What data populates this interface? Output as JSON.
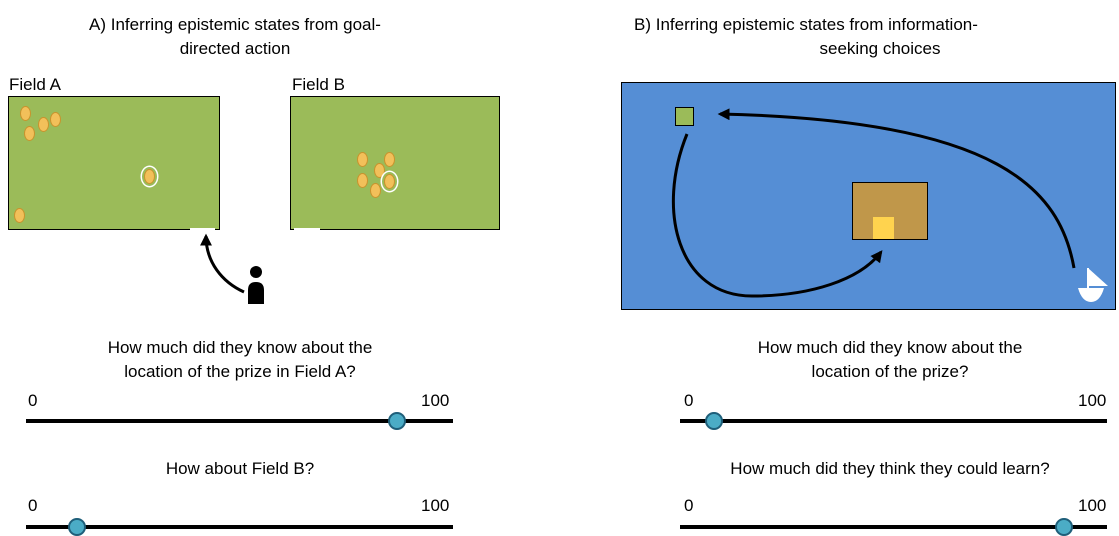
{
  "panel_a": {
    "title_line1": "A) Inferring epistemic states from goal-",
    "title_line2": "directed action",
    "field_a_label": "Field A",
    "field_b_label": "Field B",
    "question1_line1": "How much did they know about the",
    "question1_line2": "location of the prize in Field A?",
    "slider1": {
      "min_label": "0",
      "max_label": "100",
      "value": 87
    },
    "question2": "How about Field B?",
    "slider2": {
      "min_label": "0",
      "max_label": "100",
      "value": 12
    }
  },
  "panel_b": {
    "title_line1": "B) Inferring epistemic states from information-",
    "title_line2": "seeking choices",
    "question1_line1": "How much did they know about the",
    "question1_line2": "location of the prize?",
    "slider1": {
      "min_label": "0",
      "max_label": "100",
      "value": 8
    },
    "question2": "How much did they think they could learn?",
    "slider2": {
      "min_label": "0",
      "max_label": "100",
      "value": 90
    }
  },
  "colors": {
    "field": "#9bbb59",
    "seed": "#f2c05a",
    "lake": "#558ed5",
    "hut": "#c0974a",
    "prize": "#ffd34e",
    "slider_knob": "#4bacc6"
  }
}
